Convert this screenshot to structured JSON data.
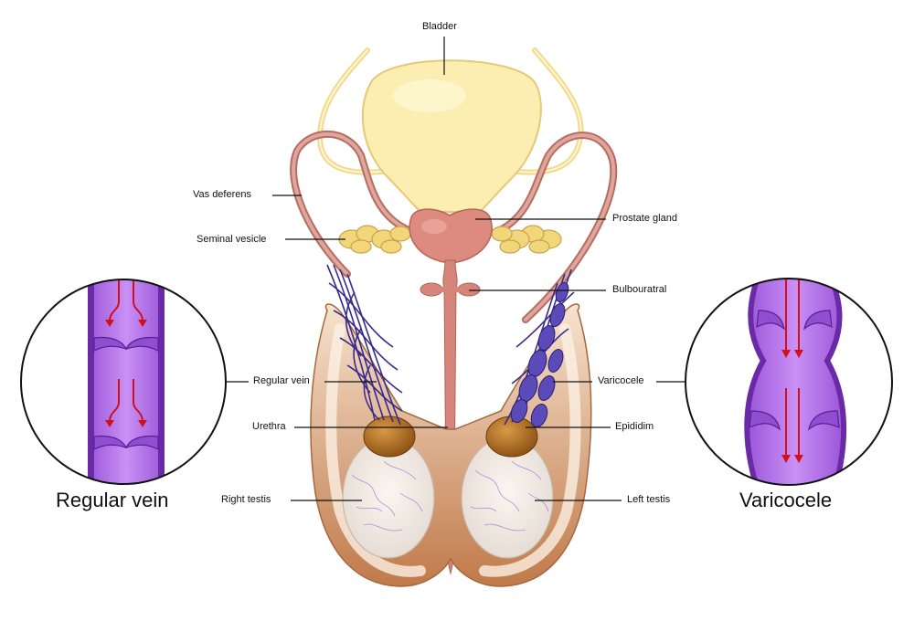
{
  "labels": {
    "bladder": "Bladder",
    "vas_deferens": "Vas  deferens",
    "seminal_vesicle": "Seminal  vesicle",
    "prostate_gland": "Prostate  gland",
    "bulbouratral": "Bulbouratral",
    "regular_vein": "Regular  vein",
    "varicocele": "Varicocele",
    "urethra": "Urethra",
    "epididim": "Epididim",
    "right_testis": "Right  testis",
    "left_testis": "Left  testis"
  },
  "captions": {
    "regular_vein": "Regular  vein",
    "varicocele": "Varicocele"
  },
  "colors": {
    "bladder": "#fbeeb0",
    "ureter": "#f3d98a",
    "vas": "#c8877a",
    "prostate": "#dd8b7e",
    "seminal_vesicle": "#f2d77a",
    "vein_purple": "#b57ae8",
    "vein_dark": "#3a2a8a",
    "flow_arrow": "#d0101a",
    "testis": "#f4ece4",
    "epididymis": "#b86f1f",
    "scrotum": "#c6885a"
  }
}
